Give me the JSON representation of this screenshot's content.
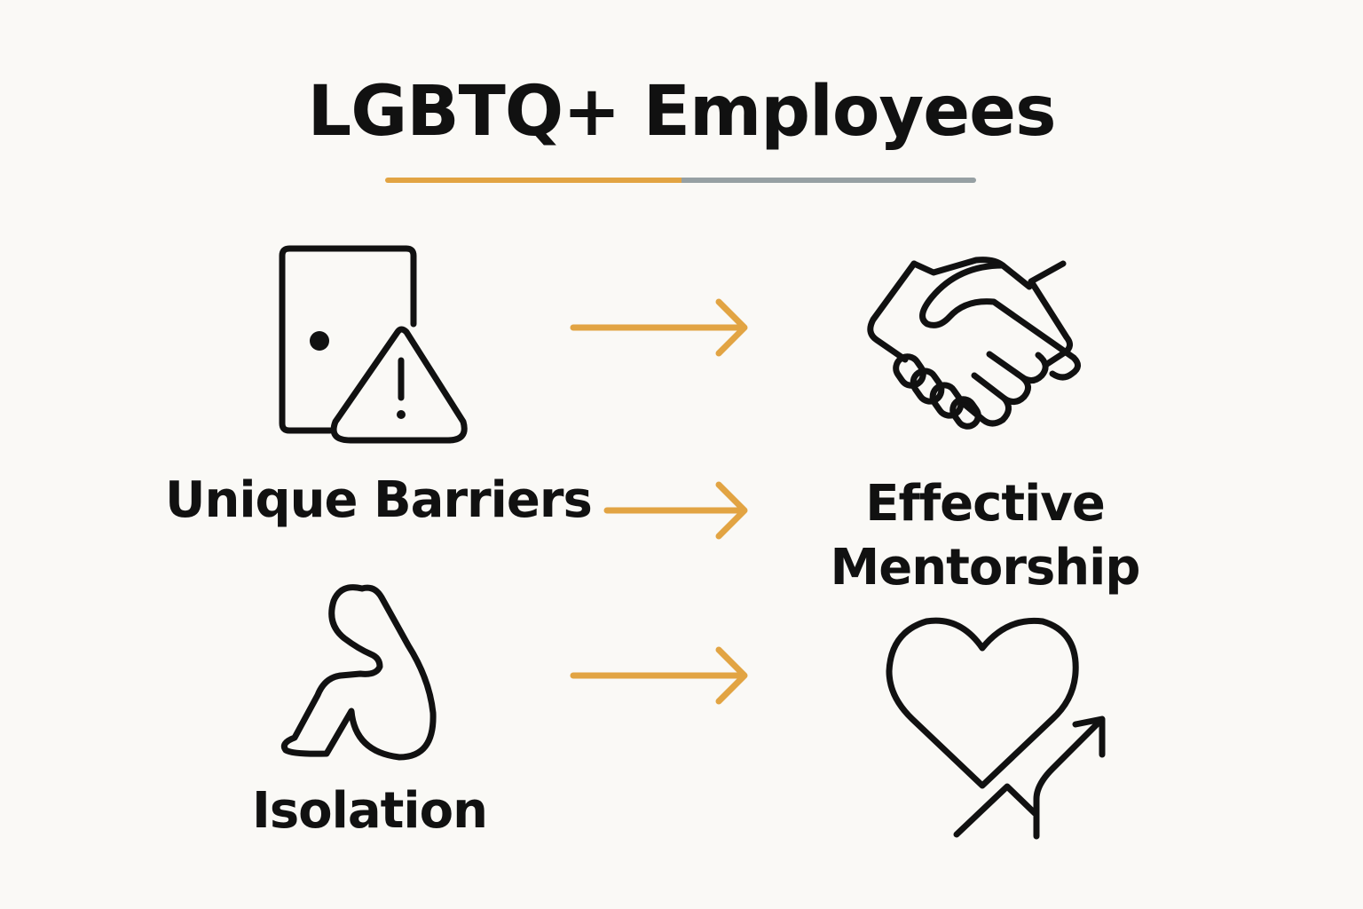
{
  "title": "LGBTQ+ Employees",
  "colors": {
    "accent": "#e2a443",
    "accent_secondary": "#96a0a3",
    "text": "#111111",
    "background": "#faf9f6"
  },
  "left_items": [
    {
      "label": "Unique Barriers",
      "icon": "door-warning-icon"
    },
    {
      "label": "Isolation",
      "icon": "sitting-person-icon"
    }
  ],
  "right_items": [
    {
      "label_lines": [
        "Effective",
        "Mentorship"
      ],
      "icon": "handshake-icon"
    },
    {
      "icon": "heart-growth-icon"
    }
  ],
  "connectors": [
    "arrow-right",
    "arrow-right",
    "arrow-right"
  ]
}
